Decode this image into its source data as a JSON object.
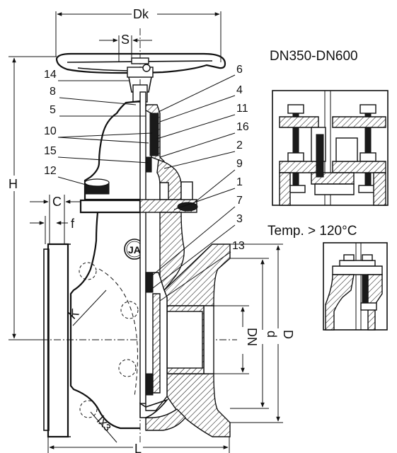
{
  "header": {
    "size_range": "DN350-DN600",
    "temp_note": "Temp. > 120°C"
  },
  "dimensions": {
    "handwheel_dia": "Dk",
    "stem_size": "S",
    "height": "H",
    "flange_thickness": "C",
    "raised_face": "f",
    "bolt_circle": "K",
    "length": "L",
    "nominal_dia": "DN",
    "raised_face_dia": "d",
    "flange_dia": "D",
    "bolt_holes": "lxɜ"
  },
  "parts": [
    "14",
    "8",
    "5",
    "10",
    "15",
    "12",
    "6",
    "4",
    "11",
    "16",
    "2",
    "9",
    "1",
    "7",
    "3",
    "13"
  ],
  "logo": {
    "text": "JA"
  }
}
